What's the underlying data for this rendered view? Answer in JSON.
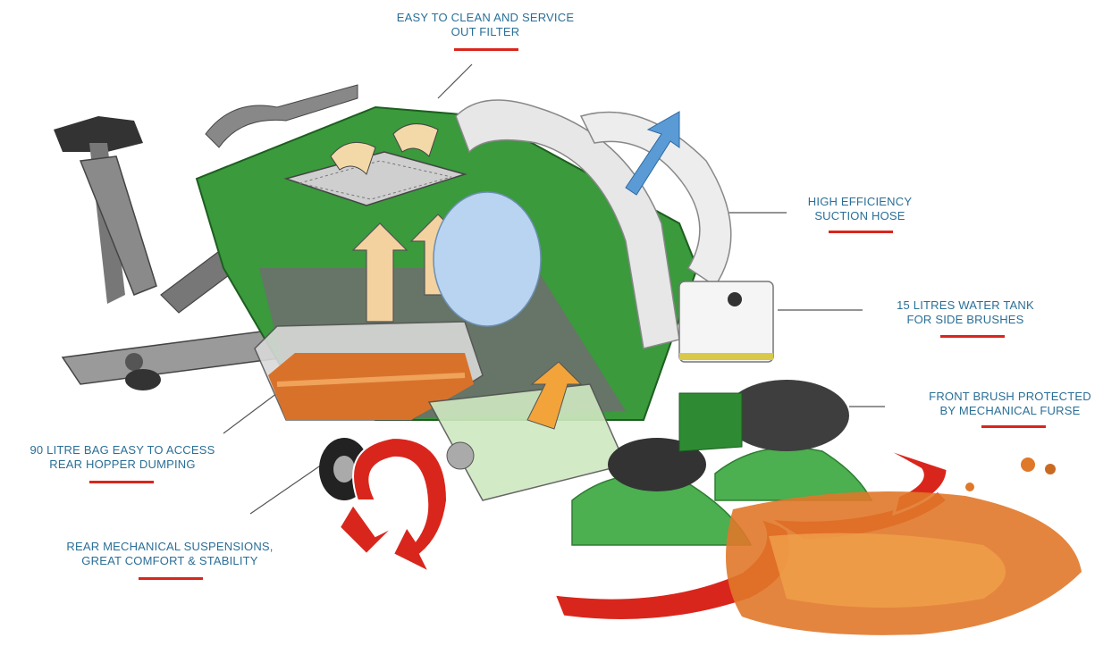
{
  "callouts": {
    "filter": {
      "line1": "EASY TO CLEAN AND SERVICE",
      "line2": "OUT FILTER"
    },
    "hose": {
      "line1": "HIGH EFFICIENCY",
      "line2": "SUCTION HOSE"
    },
    "tank": {
      "line1": "15 LITRES WATER TANK",
      "line2": "FOR SIDE BRUSHES"
    },
    "brush": {
      "line1": "FRONT BRUSH PROTECTED",
      "line2": "BY MECHANICAL FURSE"
    },
    "bag": {
      "line1": "90 LITRE BAG EASY TO ACCESS",
      "line2": "REAR HOPPER DUMPING"
    },
    "suspension": {
      "line1": "REAR MECHANICAL SUSPENSIONS,",
      "line2": "GREAT COMFORT & STABILITY"
    }
  },
  "colors": {
    "label_text": "#2a6f97",
    "underline": "#d9261c",
    "body_green": "#3a9a3c",
    "arrow_red": "#d9261c",
    "leaf_orange": "#e0782a",
    "airflow_blue": "#5b9bd5"
  }
}
